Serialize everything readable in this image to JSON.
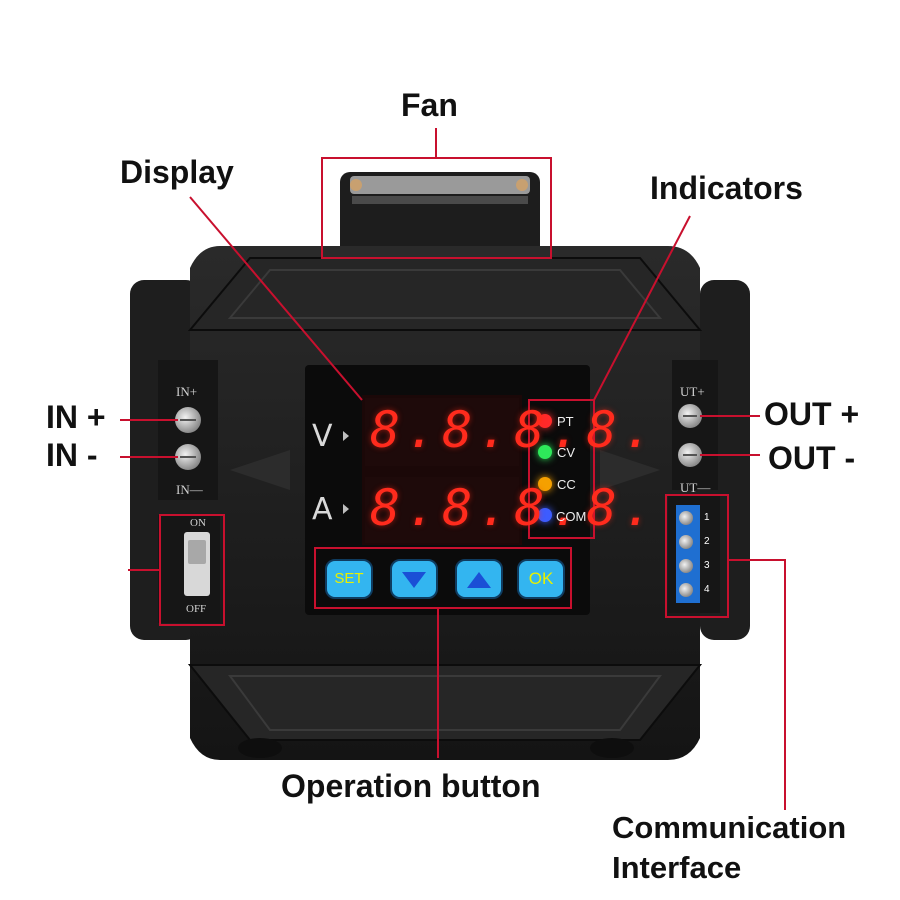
{
  "callouts": {
    "fan": "Fan",
    "display": "Display",
    "indicators": "Indicators",
    "in_plus": "IN +",
    "in_minus": "IN -",
    "out_plus": "OUT +",
    "out_minus": "OUT -",
    "operation_button": "Operation button",
    "communication_line1": "Communication",
    "communication_line2": "Interface"
  },
  "display": {
    "voltage_label": "V",
    "current_label": "A",
    "voltage_readout": "8.8.8.8.",
    "current_readout": "8.8.8.8."
  },
  "indicators": [
    {
      "label": "PT",
      "color": "#ff2a2a"
    },
    {
      "label": "CV",
      "color": "#2ee85a"
    },
    {
      "label": "CC",
      "color": "#f5a000"
    },
    {
      "label": "COM",
      "color": "#3d5cff"
    }
  ],
  "buttons": {
    "set": "SET",
    "ok": "OK"
  },
  "terminals": {
    "in_plus": "IN+",
    "in_minus": "IN—",
    "out_plus": "UT+",
    "out_minus": "UT—",
    "switch_on": "ON",
    "switch_off": "OFF",
    "comm_pins": [
      "1",
      "2",
      "3",
      "4"
    ]
  },
  "colors": {
    "callout_line": "#c8102e",
    "device_body": "#1c1c1c",
    "button_face": "#33b5f0",
    "button_arrow": "#1a4fd6",
    "button_text": "#e8f000",
    "segment": "#ff2b1d",
    "terminal_block": "#1f6fd1"
  }
}
